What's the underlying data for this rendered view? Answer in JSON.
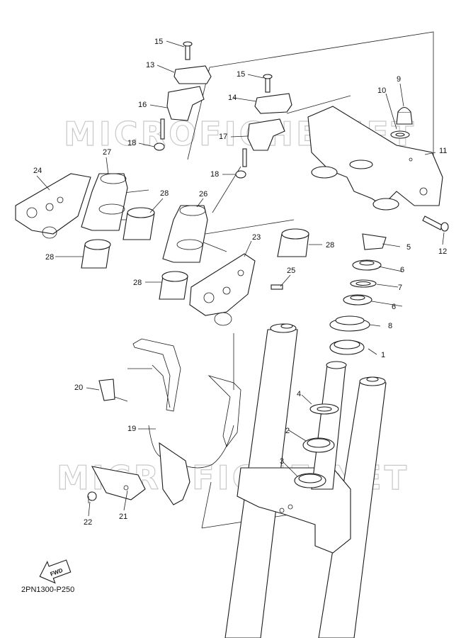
{
  "diagram": {
    "code": "2PN1300-P250",
    "fwd_label": "FWD",
    "watermark": "MICROFICHE.NET",
    "callouts": [
      {
        "id": "c1",
        "text": "1"
      },
      {
        "id": "c2",
        "text": "2"
      },
      {
        "id": "c3",
        "text": "3"
      },
      {
        "id": "c4",
        "text": "4"
      },
      {
        "id": "c5",
        "text": "5"
      },
      {
        "id": "c6a",
        "text": "6"
      },
      {
        "id": "c6b",
        "text": "6"
      },
      {
        "id": "c7",
        "text": "7"
      },
      {
        "id": "c8",
        "text": "8"
      },
      {
        "id": "c9",
        "text": "9"
      },
      {
        "id": "c10",
        "text": "10"
      },
      {
        "id": "c11",
        "text": "11"
      },
      {
        "id": "c12",
        "text": "12"
      },
      {
        "id": "c13",
        "text": "13"
      },
      {
        "id": "c14",
        "text": "14"
      },
      {
        "id": "c15a",
        "text": "15"
      },
      {
        "id": "c15b",
        "text": "15"
      },
      {
        "id": "c16",
        "text": "16"
      },
      {
        "id": "c17",
        "text": "17"
      },
      {
        "id": "c18a",
        "text": "18"
      },
      {
        "id": "c18b",
        "text": "18"
      },
      {
        "id": "c19",
        "text": "19"
      },
      {
        "id": "c20",
        "text": "20"
      },
      {
        "id": "c21",
        "text": "21"
      },
      {
        "id": "c22",
        "text": "22"
      },
      {
        "id": "c23",
        "text": "23"
      },
      {
        "id": "c24",
        "text": "24"
      },
      {
        "id": "c25",
        "text": "25"
      },
      {
        "id": "c26",
        "text": "26"
      },
      {
        "id": "c27",
        "text": "27"
      },
      {
        "id": "c28a",
        "text": "28"
      },
      {
        "id": "c28b",
        "text": "28"
      },
      {
        "id": "c28c",
        "text": "28"
      },
      {
        "id": "c28d",
        "text": "28"
      }
    ]
  }
}
